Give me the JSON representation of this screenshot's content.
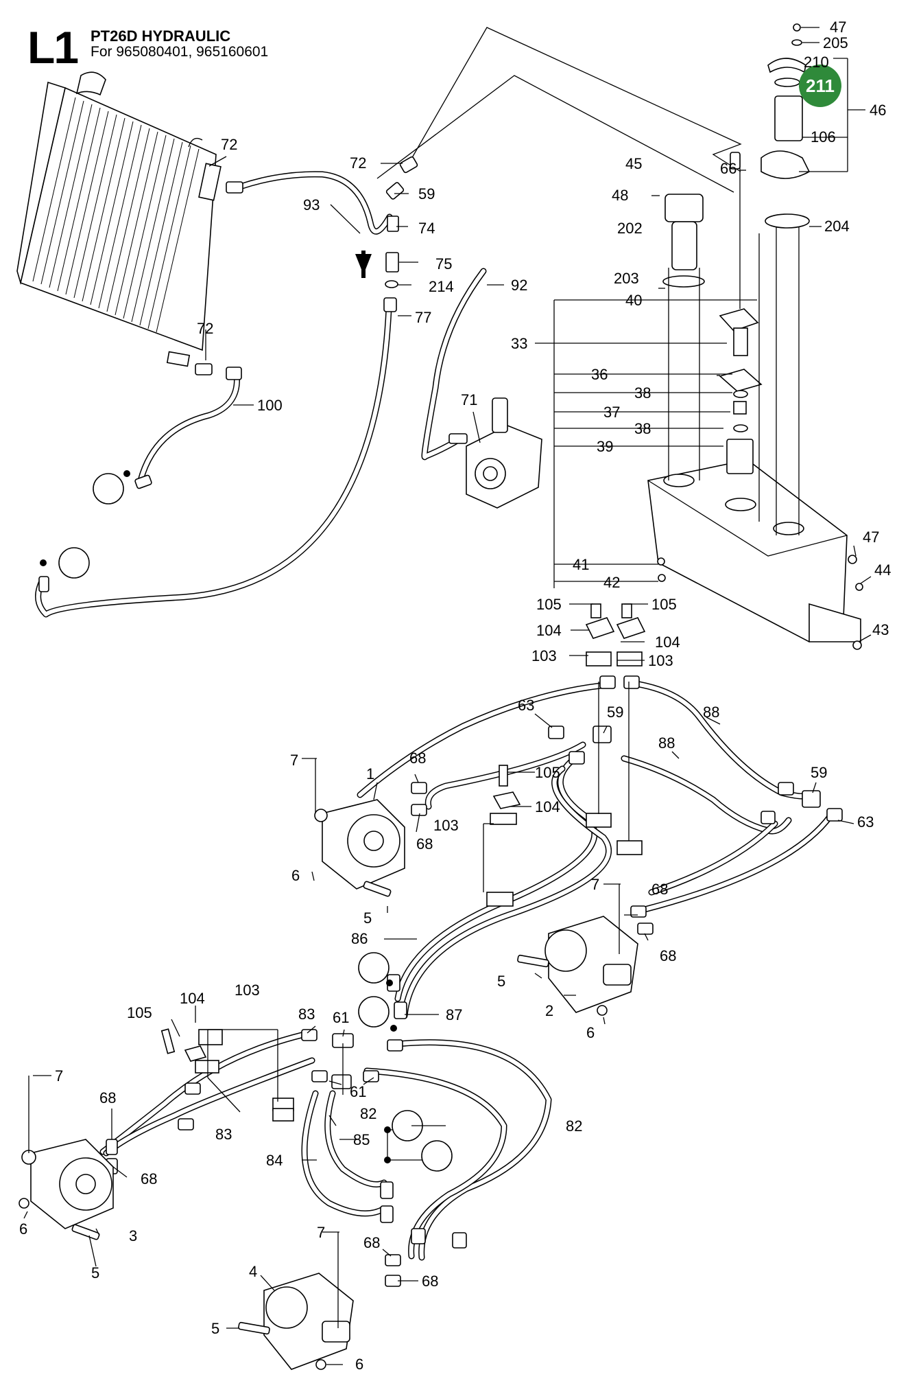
{
  "page": {
    "code": "L1",
    "title": "PT26D HYDRAULIC",
    "subtitle": "For 965080401, 965160601"
  },
  "highlight": {
    "label": "211",
    "color": "#2f8a3a"
  },
  "callouts": {
    "c47a": "47",
    "c205": "205",
    "c210": "210",
    "c46": "46",
    "c106": "106",
    "c204": "204",
    "c66": "66",
    "c45": "45",
    "c48": "48",
    "c202": "202",
    "c203": "203",
    "c40": "40",
    "c33": "33",
    "c36": "36",
    "c38a": "38",
    "c37": "37",
    "c38b": "38",
    "c39": "39",
    "c41": "41",
    "c42": "42",
    "c47b": "47",
    "c44": "44",
    "c43": "43",
    "c72a": "72",
    "c72b": "72",
    "c59a": "59",
    "c93": "93",
    "c74": "74",
    "c75": "75",
    "c214": "214",
    "c77": "77",
    "c92": "92",
    "c71": "71",
    "c72c": "72",
    "c100": "100",
    "c105a": "105",
    "c105b": "105",
    "c104a": "104",
    "c104b": "104",
    "c103a": "103",
    "c103b": "103",
    "c63a": "63",
    "c59b": "59",
    "c88a": "88",
    "c88b": "88",
    "c7a": "7",
    "c1": "1",
    "c68a": "68",
    "c68b": "68",
    "c105c": "105",
    "c104c": "104",
    "c103c": "103",
    "c59c": "59",
    "c63b": "63",
    "c6a": "6",
    "c5a": "5",
    "c86": "86",
    "c7b": "7",
    "c68c": "68",
    "c68d": "68",
    "c5b": "5",
    "c2": "2",
    "c6b": "6",
    "c87": "87",
    "c105d": "105",
    "c104d": "104",
    "c103d": "103",
    "c83a": "83",
    "c61a": "61",
    "c61b": "61",
    "c7c": "7",
    "c68e": "68",
    "c83b": "83",
    "c82a": "82",
    "c82b": "82",
    "c85": "85",
    "c84": "84",
    "c68f": "68",
    "c6c": "6",
    "c3": "3",
    "c5c": "5",
    "c7d": "7",
    "c68g": "68",
    "c68h": "68",
    "c4": "4",
    "c5d": "5",
    "c6d": "6"
  }
}
